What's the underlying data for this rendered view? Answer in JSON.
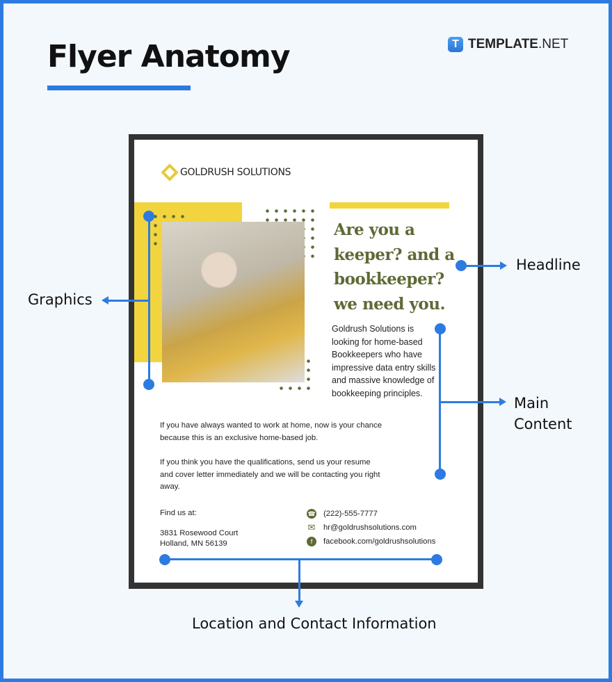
{
  "title": "Flyer Anatomy",
  "logo": {
    "mark": "T",
    "name_bold": "TEMPLATE",
    "name_light": ".NET"
  },
  "flyer": {
    "brand": "GOLDRUSH SOLUTIONS",
    "headline": "Are you a keeper? and a bookkeeper? we need you.",
    "intro": "Goldrush Solutions is looking for home-based Bookkeepers who have impressive data entry skills and massive knowledge of bookkeeping principles.",
    "para1": "If you have always wanted to work at home, now is your chance because this is an exclusive home-based job.",
    "para2": "If you think you have the qualifications, send us your resume and cover letter immediately and we will be contacting you right away.",
    "find_us": "Find us at:",
    "address1": "3831 Rosewood Court",
    "address2": "Holland, MN 56139",
    "phone": "(222)-555-7777",
    "email": "hr@goldrushsolutions.com",
    "facebook": "facebook.com/goldrushsolutions",
    "colors": {
      "yellow": "#f2d43f",
      "olive": "#5e6a35"
    }
  },
  "labels": {
    "headline": "Headline",
    "graphics": "Graphics",
    "main_content": "Main Content",
    "contact": "Location and Contact Information"
  },
  "colors": {
    "accent": "#2d7be0",
    "background": "#f3f8fd"
  }
}
